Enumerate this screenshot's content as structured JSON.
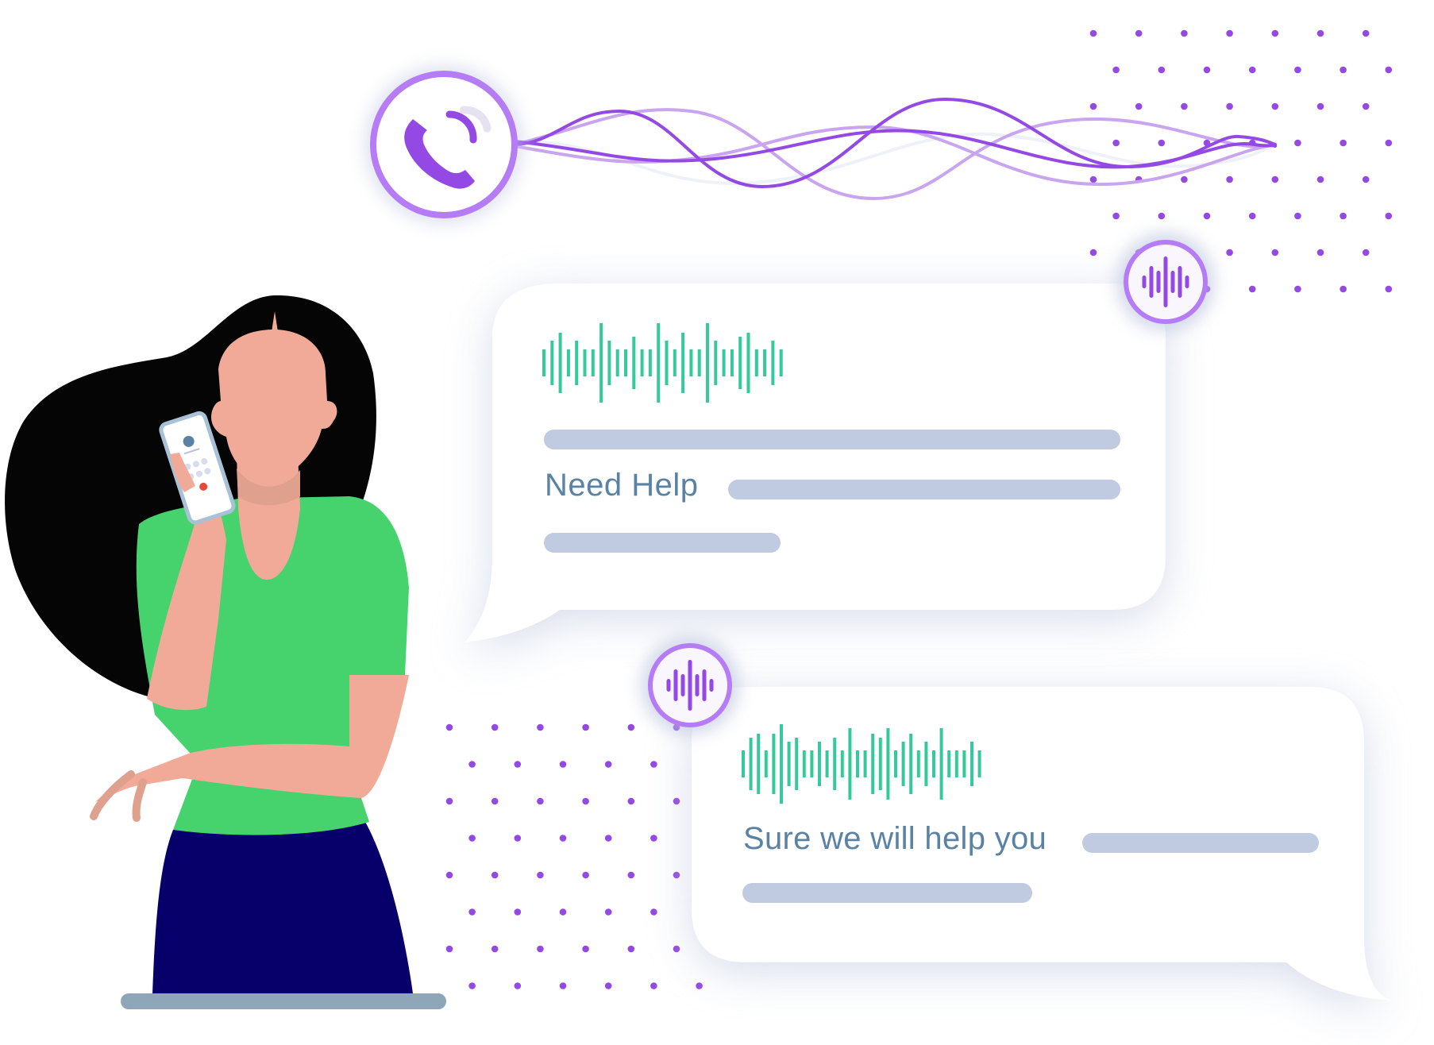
{
  "scene": {
    "description": "Woman on phone call with AI voice assistant chat bubbles",
    "colors": {
      "background": "#ffffff",
      "accent_purple": "#9448e4",
      "ring_purple": "#b57cf6",
      "light_purple": "#c9a4ef",
      "wave_green": "#35c99c",
      "placeholder_bar": "#c0cae0",
      "text_blue": "#5a82a5",
      "shirt_green": "#46d36e",
      "skin": "#f2aa98",
      "skin_shadow": "#dfa08e",
      "hair": "#050505",
      "pants_navy": "#07006b",
      "base_bar": "#8ea6b8",
      "phone_frame": "#a9c1d6",
      "end_call_red": "#e64a3c"
    }
  },
  "call_icon": {
    "icon": "phone-ringing-icon"
  },
  "bubbles": [
    {
      "id": "incoming",
      "badge_icon": "audio-waveform-icon",
      "waveform_icon": "voice-waveform-icon",
      "text": "Need Help"
    },
    {
      "id": "reply",
      "badge_icon": "audio-waveform-icon",
      "waveform_icon": "voice-waveform-icon",
      "text": "Sure we will help you"
    }
  ]
}
